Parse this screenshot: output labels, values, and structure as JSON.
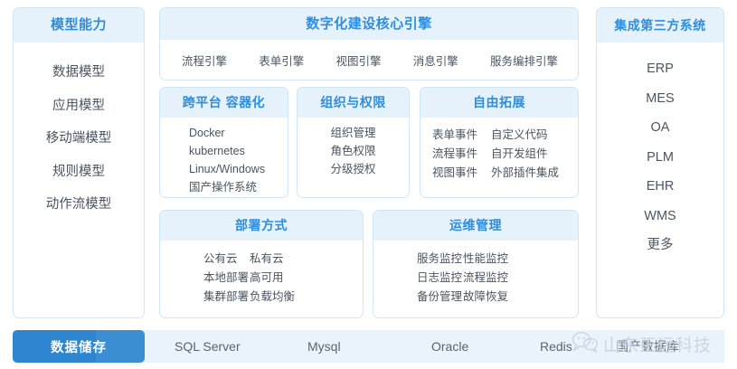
{
  "left_panel": {
    "title": "模型能力",
    "items": [
      "数据模型",
      "应用模型",
      "移动端模型",
      "规则模型",
      "动作流模型"
    ]
  },
  "engine_card": {
    "title": "数字化建设核心引擎",
    "items": [
      "流程引擎",
      "表单引擎",
      "视图引擎",
      "消息引擎",
      "服务编排引擎"
    ]
  },
  "cross_platform_card": {
    "title": "跨平台 容器化",
    "items": [
      "Docker",
      "kubernetes",
      "Linux/Windows",
      "国产操作系统"
    ]
  },
  "org_card": {
    "title": "组织与权限",
    "items": [
      "组织管理",
      "角色权限",
      "分级授权"
    ]
  },
  "extend_card": {
    "title": "自由拓展",
    "rows": [
      [
        "表单事件",
        "自定义代码"
      ],
      [
        "流程事件",
        "自开发组件"
      ],
      [
        "视图事件",
        "外部插件集成"
      ]
    ]
  },
  "deploy_card": {
    "title": "部署方式",
    "rows": [
      [
        "公有云",
        "私有云"
      ],
      [
        "本地部署",
        "高可用"
      ],
      [
        "集群部署",
        "负载均衡"
      ]
    ]
  },
  "ops_card": {
    "title": "运维管理",
    "rows": [
      [
        "服务监控",
        "性能监控"
      ],
      [
        "日志监控",
        "流程监控"
      ],
      [
        "备份管理",
        "故障恢复"
      ]
    ]
  },
  "right_panel": {
    "title": "集成第三方系统",
    "items": [
      "ERP",
      "MES",
      "OA",
      "PLM",
      "EHR",
      "WMS",
      "更多"
    ]
  },
  "bottom_bar": {
    "storage_label": "数据储存",
    "databases": [
      "SQL Server",
      "Mysql",
      "Oracle",
      "Redis",
      "国产数据库"
    ]
  },
  "watermark": {
    "text": "山东正远科技",
    "icon": "wechat-icon"
  },
  "colors": {
    "accent": "#2e8ede",
    "head_bg": "#e6f2fb",
    "card_border": "#cfe6f5",
    "button_blue": "#2e86d0",
    "bar_bg": "#e9f3fb",
    "body_text": "#4a5560"
  }
}
